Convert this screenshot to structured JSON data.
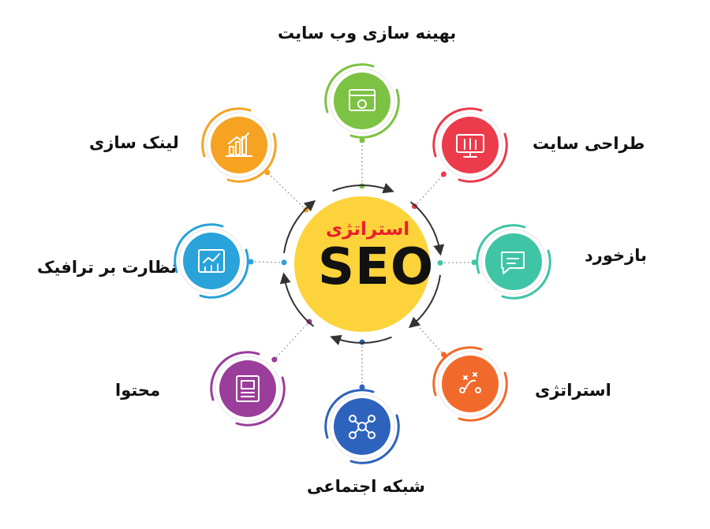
{
  "center": {
    "subtitle": "استراتژی",
    "title": "SEO",
    "fill_color": "#fcd33a"
  },
  "nodes": [
    {
      "key": "optimization",
      "label": "بهینه سازی وب سایت",
      "color": "#7cc243",
      "icon": "webpage-gear-icon"
    },
    {
      "key": "design",
      "label": "طراحی سایت",
      "color": "#ec3b4b",
      "icon": "monitor-design-tools-icon"
    },
    {
      "key": "feedback",
      "label": "بازخورد",
      "color": "#3fc4a6",
      "icon": "feedback-chat-icon"
    },
    {
      "key": "strategy",
      "label": "استراتژی",
      "color": "#f16a2b",
      "icon": "strategy-play-icon"
    },
    {
      "key": "social",
      "label": "شبکه اجتماعی",
      "color": "#2e63bd",
      "icon": "social-network-icon"
    },
    {
      "key": "content",
      "label": "محتوا",
      "color": "#9a3d9b",
      "icon": "content-layout-icon"
    },
    {
      "key": "traffic",
      "label": "نظارت بر ترافیک",
      "color": "#29a3d9",
      "icon": "traffic-analytics-icon"
    },
    {
      "key": "linkbuilding",
      "label": "لینک سازی",
      "color": "#f6a323",
      "icon": "bar-chart-icon"
    }
  ]
}
